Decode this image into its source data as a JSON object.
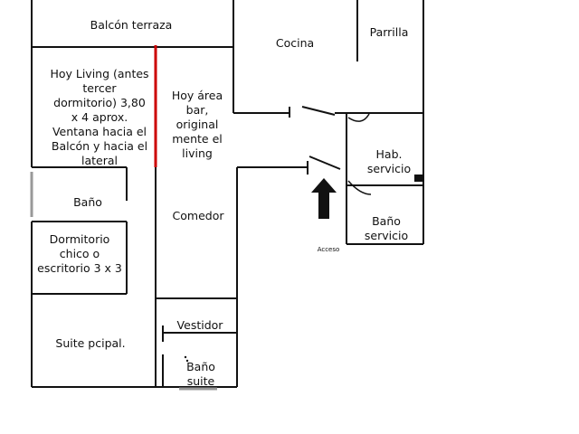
{
  "rooms": {
    "balcon_terraza": "Balcón terraza",
    "cocina": "Cocina",
    "parrilla": "Parrilla",
    "living": [
      "Hoy Living (antes",
      "tercer",
      "dormitorio) 3,80",
      "x 4 aprox.",
      "Ventana hacia el",
      "Balcón y hacia el",
      "lateral"
    ],
    "area_bar": [
      "Hoy área",
      "bar,",
      "original",
      "mente el",
      "living"
    ],
    "hab_servicio": [
      "Hab.",
      "servicio"
    ],
    "bano": "Baño",
    "comedor": "Comedor",
    "bano_servicio": [
      "Baño",
      "servicio"
    ],
    "dormitorio": [
      "Dormitorio",
      "chico o",
      "escritorio 3 x 3"
    ],
    "suite": "Suite pcipal.",
    "vestidor": "Vestidor",
    "bano_suite": [
      "Baño",
      "suite"
    ]
  },
  "acceso": "Acceso",
  "colors": {
    "walls": "#111111",
    "red_wall": "#cc0000",
    "window": "#999999"
  }
}
